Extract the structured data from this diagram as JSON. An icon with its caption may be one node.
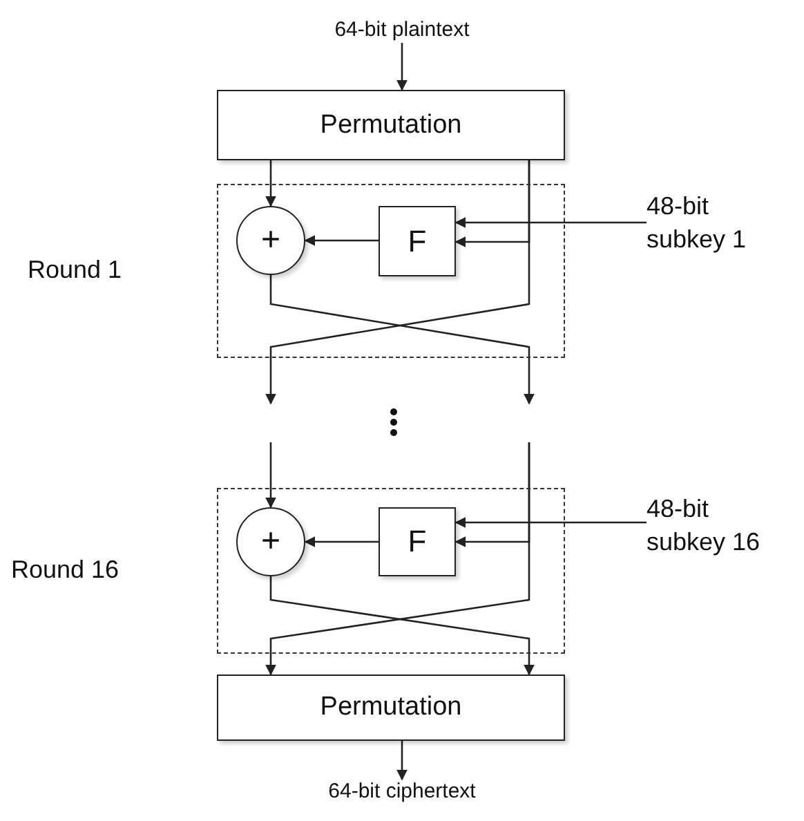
{
  "diagram": {
    "nodes": [
      {
        "text": [
          "64-bit plaintext"
        ]
      },
      {
        "text": [
          "Permutation"
        ]
      },
      {
        "text": [
          "Round 1"
        ]
      },
      {
        "text": [
          "+"
        ],
        "in": 2
      },
      {
        "text": [
          "F"
        ],
        "in": 2
      },
      {
        "text": [
          "48-bit subkey 1"
        ]
      },
      {
        "text": [
          "Round 16"
        ]
      },
      {
        "text": [
          "+"
        ],
        "in": 6
      },
      {
        "text": [
          "F"
        ],
        "in": 6
      },
      {
        "text": [
          "48-bit subkey 16"
        ]
      },
      {
        "text": [
          "Permutation"
        ]
      },
      {
        "text": [
          "64-bit ciphertext"
        ]
      }
    ],
    "edges": [
      {
        "from": 0,
        "to": 1,
        "arrow": "to"
      },
      {
        "from": 1,
        "to": 3,
        "arrow": "to"
      },
      {
        "from": 1,
        "to": 4,
        "arrow": "to"
      },
      {
        "from": 5,
        "to": 4,
        "arrow": "to"
      },
      {
        "from": 4,
        "to": 3,
        "arrow": "to"
      },
      {
        "from": 3,
        "to": null,
        "arrow": "to"
      },
      {
        "from": 1,
        "to": null,
        "arrow": "to"
      },
      {
        "from": null,
        "to": 7,
        "arrow": "to"
      },
      {
        "from": null,
        "to": 8,
        "arrow": "to"
      },
      {
        "from": 9,
        "to": 8,
        "arrow": "to"
      },
      {
        "from": 8,
        "to": 7,
        "arrow": "to"
      },
      {
        "from": 7,
        "to": 10,
        "arrow": "to"
      },
      {
        "from": null,
        "to": 10,
        "arrow": "to"
      },
      {
        "from": 10,
        "to": 11,
        "arrow": "to"
      }
    ]
  }
}
